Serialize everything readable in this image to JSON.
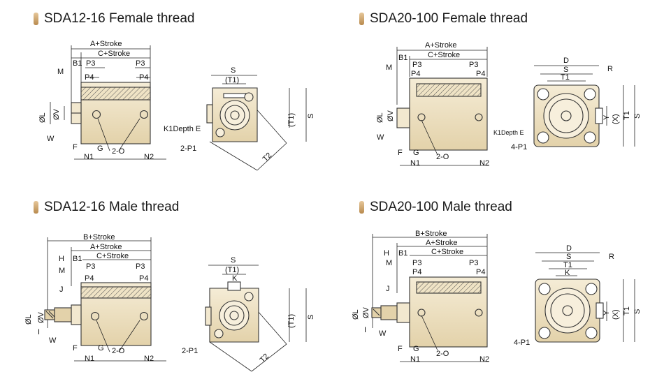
{
  "titles": {
    "tl": "SDA12-16 Female thread",
    "tr": "SDA20-100 Female thread",
    "bl": "SDA12-16 Male thread",
    "br": "SDA20-100 Male thread"
  },
  "labels": {
    "a_stroke": "A+Stroke",
    "b_stroke": "B+Stroke",
    "c_stroke": "C+Stroke",
    "b1": "B1",
    "m": "M",
    "h": "H",
    "j": "J",
    "p3": "P3",
    "p4": "P4",
    "ol": "ØL",
    "ov": "ØV",
    "w": "W",
    "i": "I",
    "f": "F",
    "g": "G",
    "two_o": "2-O",
    "n1": "N1",
    "n2": "N2",
    "s": "S",
    "t1": "T1",
    "t1_paren": "(T1)",
    "t2": "T2",
    "d": "D",
    "r": "R",
    "k": "K",
    "x_paren": "(X)",
    "y": "Y",
    "k1_depth_e": "K1Depth E",
    "two_p1": "2-P1",
    "four_p1": "4-P1"
  }
}
